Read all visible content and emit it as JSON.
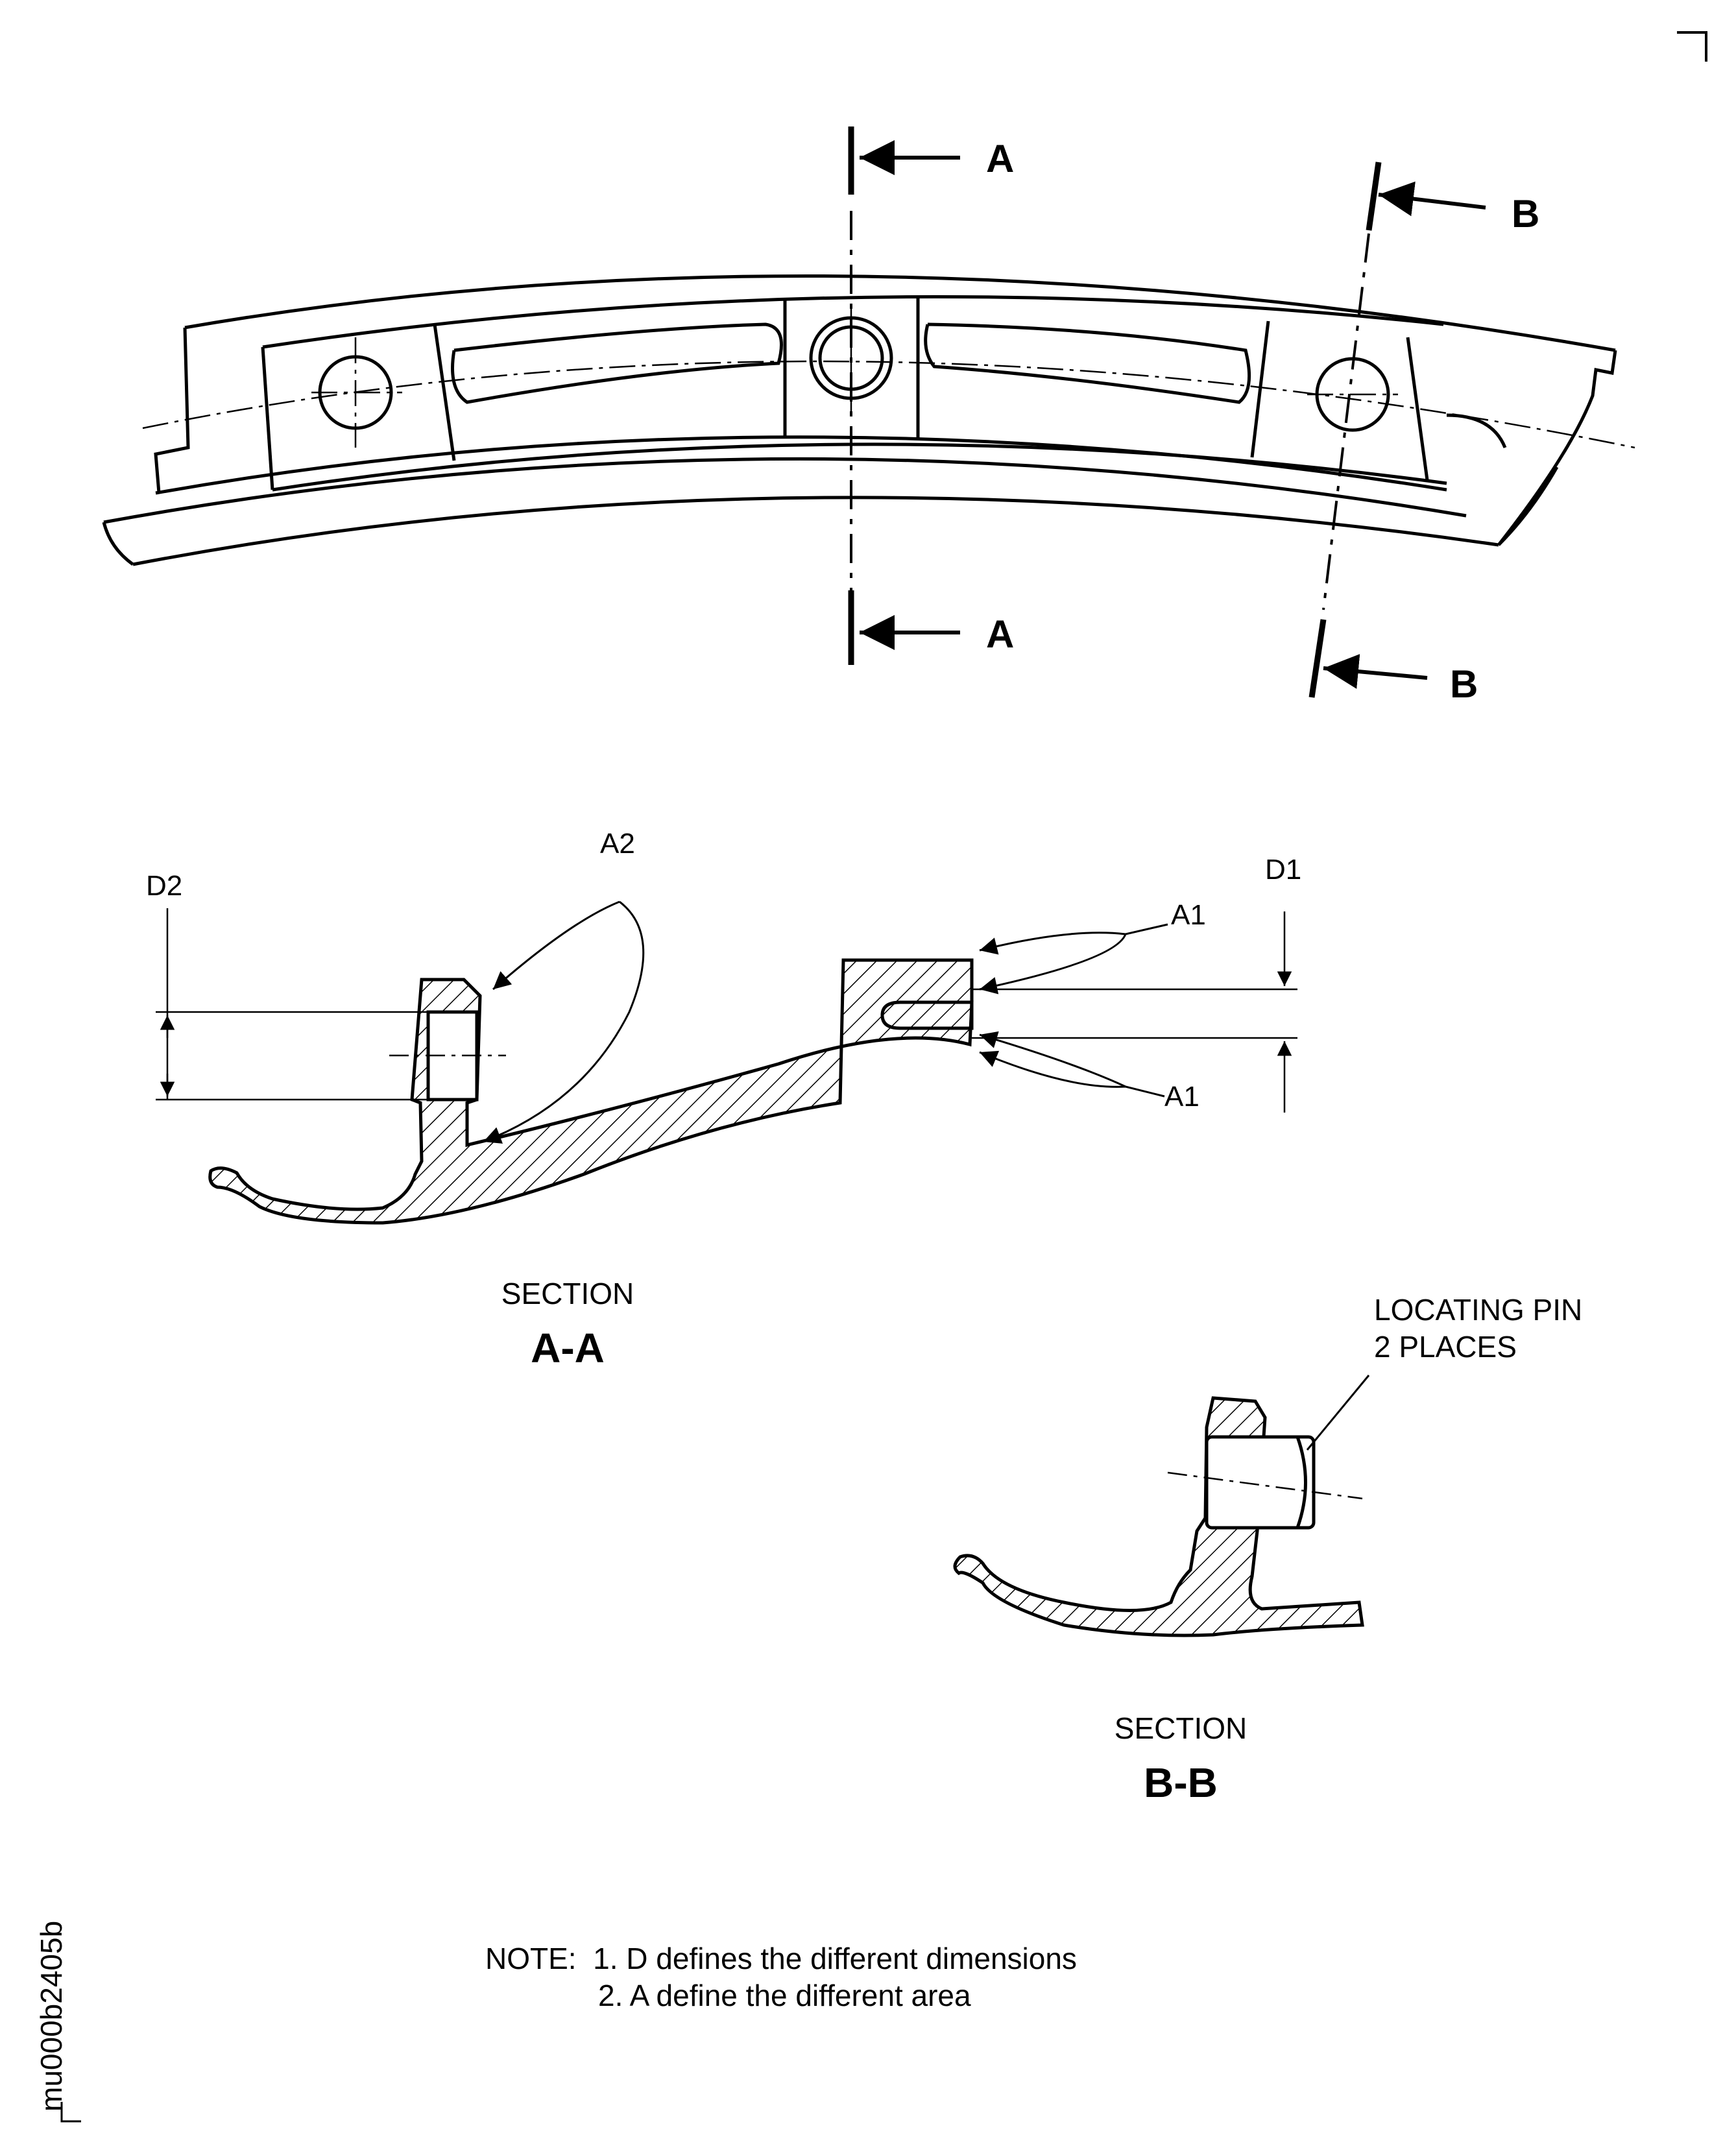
{
  "section_marks": {
    "a_top": "A",
    "a_bottom": "A",
    "b_top": "B",
    "b_bottom": "B"
  },
  "section_aa": {
    "caption_word": "SECTION",
    "caption_id": "A-A",
    "callouts": {
      "a2": "A2",
      "a1_upper": "A1",
      "a1_lower": "A1",
      "d1": "D1",
      "d2": "D2"
    }
  },
  "section_bb": {
    "caption_word": "SECTION",
    "caption_id": "B-B",
    "pin_label_line1": "LOCATING PIN",
    "pin_label_line2": "2 PLACES"
  },
  "notes": {
    "line1": "NOTE:  1. D defines the different dimensions",
    "line2": "2. A define the different area"
  },
  "drawing_id": "mu000b2405b",
  "colors": {
    "ink": "#000000",
    "paper": "#ffffff"
  }
}
